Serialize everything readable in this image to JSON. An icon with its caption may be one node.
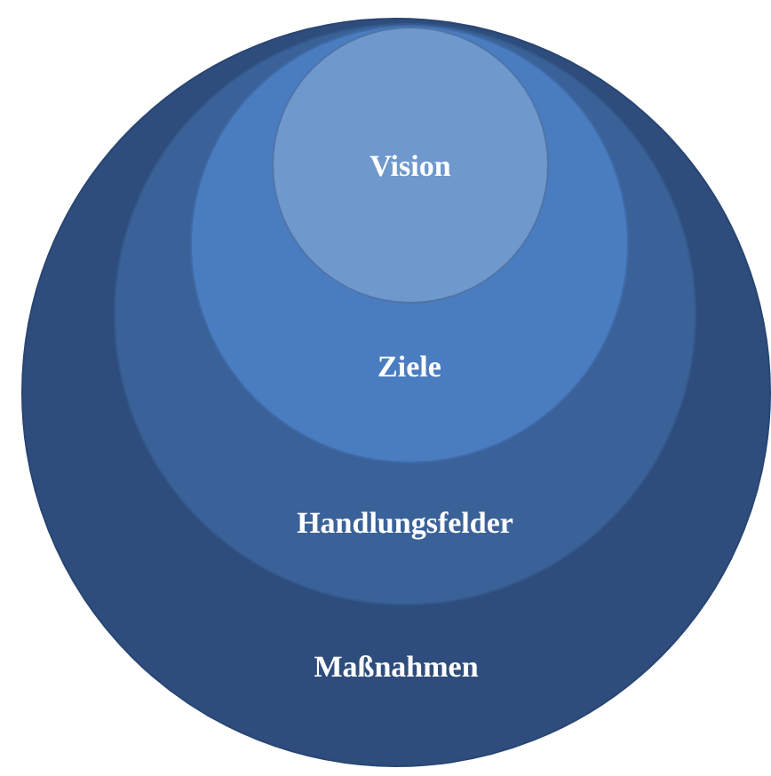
{
  "diagram": {
    "nodes": [
      {
        "text": [
          "Maßnahmen"
        ]
      },
      {
        "text": [
          "Handlungsfelder"
        ],
        "in": 0
      },
      {
        "text": [
          "Ziele"
        ],
        "in": 1
      },
      {
        "text": [
          "Vision"
        ],
        "in": 2
      }
    ]
  }
}
